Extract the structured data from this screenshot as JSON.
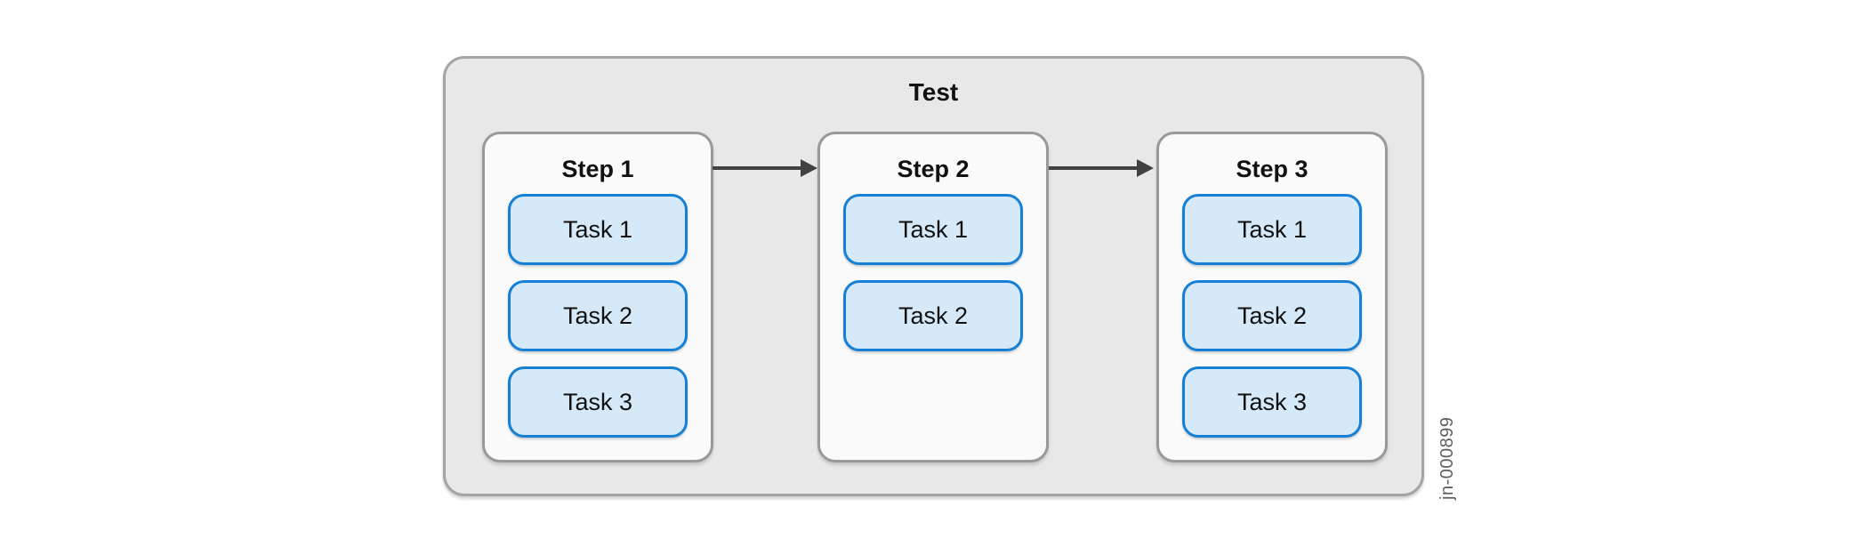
{
  "diagram": {
    "title": "Test",
    "figure_id": "jn-000899",
    "steps": [
      {
        "label": "Step 1",
        "tasks": [
          "Task 1",
          "Task 2",
          "Task 3"
        ]
      },
      {
        "label": "Step 2",
        "tasks": [
          "Task 1",
          "Task 2"
        ]
      },
      {
        "label": "Step 3",
        "tasks": [
          "Task 1",
          "Task 2",
          "Task 3"
        ]
      }
    ],
    "arrows": [
      {
        "from": "Step 1",
        "to": "Step 2"
      },
      {
        "from": "Step 2",
        "to": "Step 3"
      }
    ],
    "colors": {
      "outer_fill": "#e8e8e8",
      "outer_border": "#a4a4a4",
      "step_fill": "#fafafa",
      "step_border": "#999999",
      "task_fill": "#d5e9f9",
      "task_border": "#1580d6",
      "arrow": "#414141",
      "label_text": "#111111",
      "figure_id_text": "#5f5f5f"
    }
  }
}
